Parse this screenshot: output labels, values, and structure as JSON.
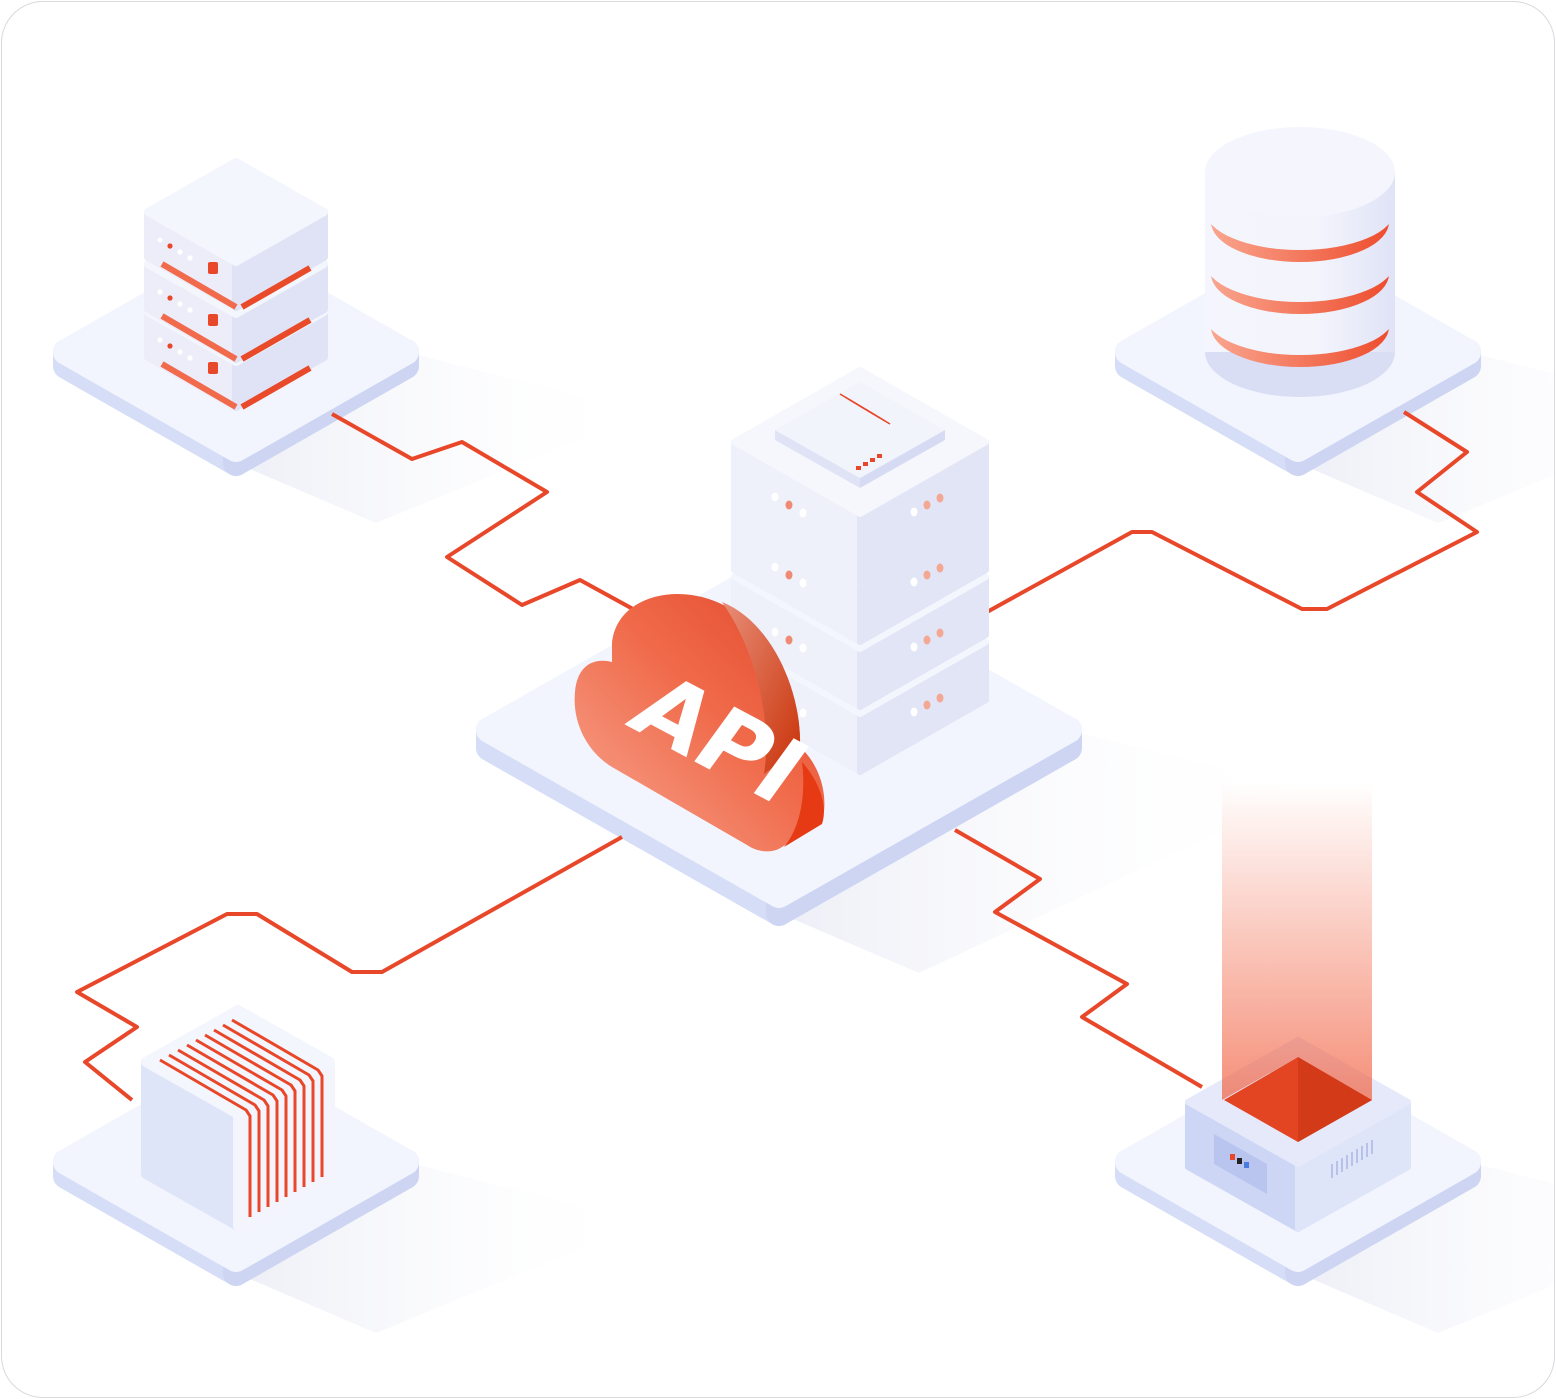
{
  "cloud": {
    "label": "API"
  },
  "colors": {
    "accent": "#e8472a",
    "platform_top": "#f2f5fd",
    "platform_side": "#d3dbf5",
    "device_light": "#f4f6fd",
    "device_shade": "#e2e6f7"
  },
  "nodes": [
    "server-rack",
    "database",
    "api-server-stack",
    "storage-block",
    "hardware-box"
  ]
}
